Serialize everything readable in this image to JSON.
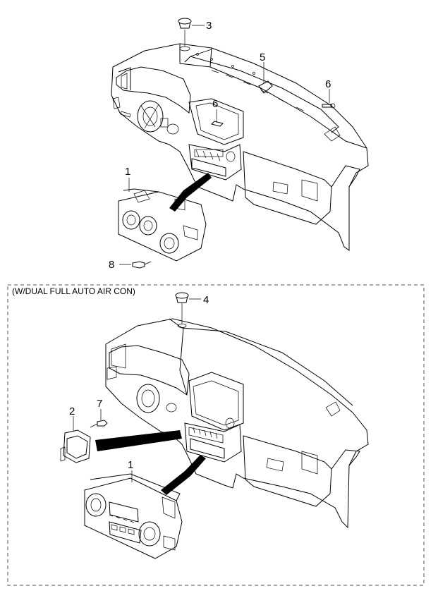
{
  "section": {
    "label": "(W/DUAL FULL AUTO AIR CON)"
  },
  "callouts": {
    "top": [
      "3",
      "5",
      "6",
      "6",
      "1",
      "8"
    ],
    "bottom": [
      "4",
      "7",
      "2",
      "1"
    ]
  },
  "colors": {
    "line": "#000000",
    "background": "#ffffff",
    "dash_border": "#555555"
  }
}
